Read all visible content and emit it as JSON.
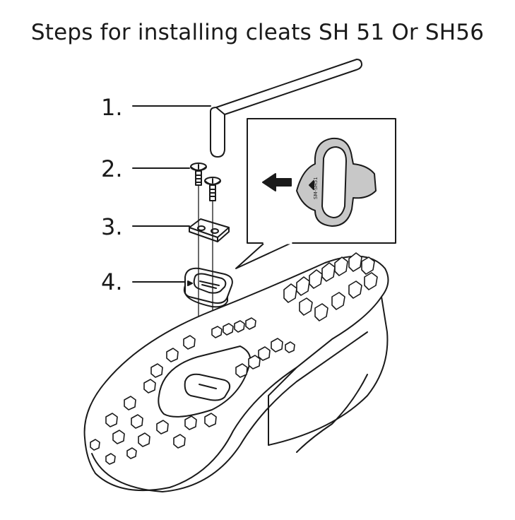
{
  "title": "Steps for installing cleats SH 51 Or SH56",
  "steps": [
    {
      "label": "1."
    },
    {
      "label": "2."
    },
    {
      "label": "3."
    },
    {
      "label": "4."
    }
  ],
  "inset": {
    "cleat_marking": "SM-SH51"
  },
  "colors": {
    "ink": "#1a1a1a",
    "cleat_fill": "#c8c8c8",
    "background": "#ffffff"
  }
}
